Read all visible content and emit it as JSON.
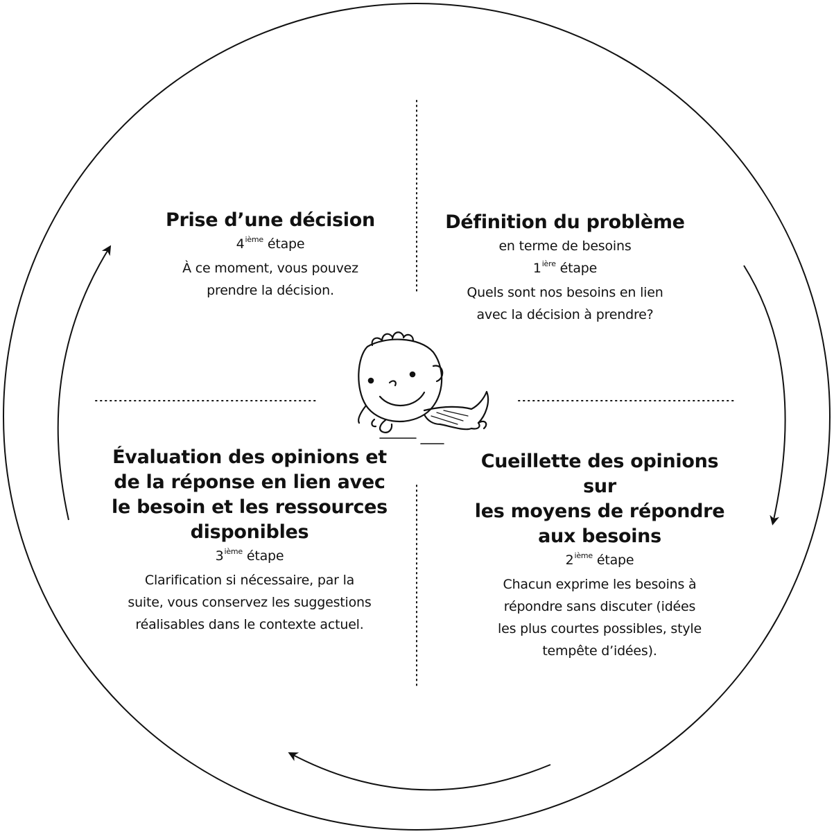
{
  "colors": {
    "stroke": "#111111",
    "background": "#ffffff"
  },
  "center_illustration": "child-crawling-illustration",
  "steps": {
    "top_left": {
      "title": "Prise d’une décision",
      "step_number": "4",
      "step_suffix": "ième",
      "step_word": "étape",
      "text_lines": [
        "À ce moment, vous pouvez",
        "prendre la décision."
      ]
    },
    "top_right": {
      "title": "Définition du problème",
      "subtitle": "en terme de besoins",
      "step_number": "1",
      "step_suffix": "ière",
      "step_word": "étape",
      "text_lines": [
        "Quels sont nos besoins en lien",
        "avec la décision à prendre?"
      ]
    },
    "bottom_left": {
      "title_lines": [
        "Évaluation des opinions et",
        "de la réponse en lien avec",
        "le besoin et les ressources",
        "disponibles"
      ],
      "step_number": "3",
      "step_suffix": "ième",
      "step_word": "étape",
      "text_lines": [
        "Clarification si nécessaire, par la",
        "suite, vous conservez les suggestions",
        "réalisables dans le contexte actuel."
      ]
    },
    "bottom_right": {
      "title_lines": [
        "Cueillette des opinions sur",
        "les moyens de répondre",
        "aux besoins"
      ],
      "step_number": "2",
      "step_suffix": "ième",
      "step_word": "étape",
      "text_lines": [
        "Chacun exprime les besoins à",
        "répondre sans discuter (idées",
        "les plus courtes possibles, style",
        "tempête d’idées)."
      ]
    }
  }
}
